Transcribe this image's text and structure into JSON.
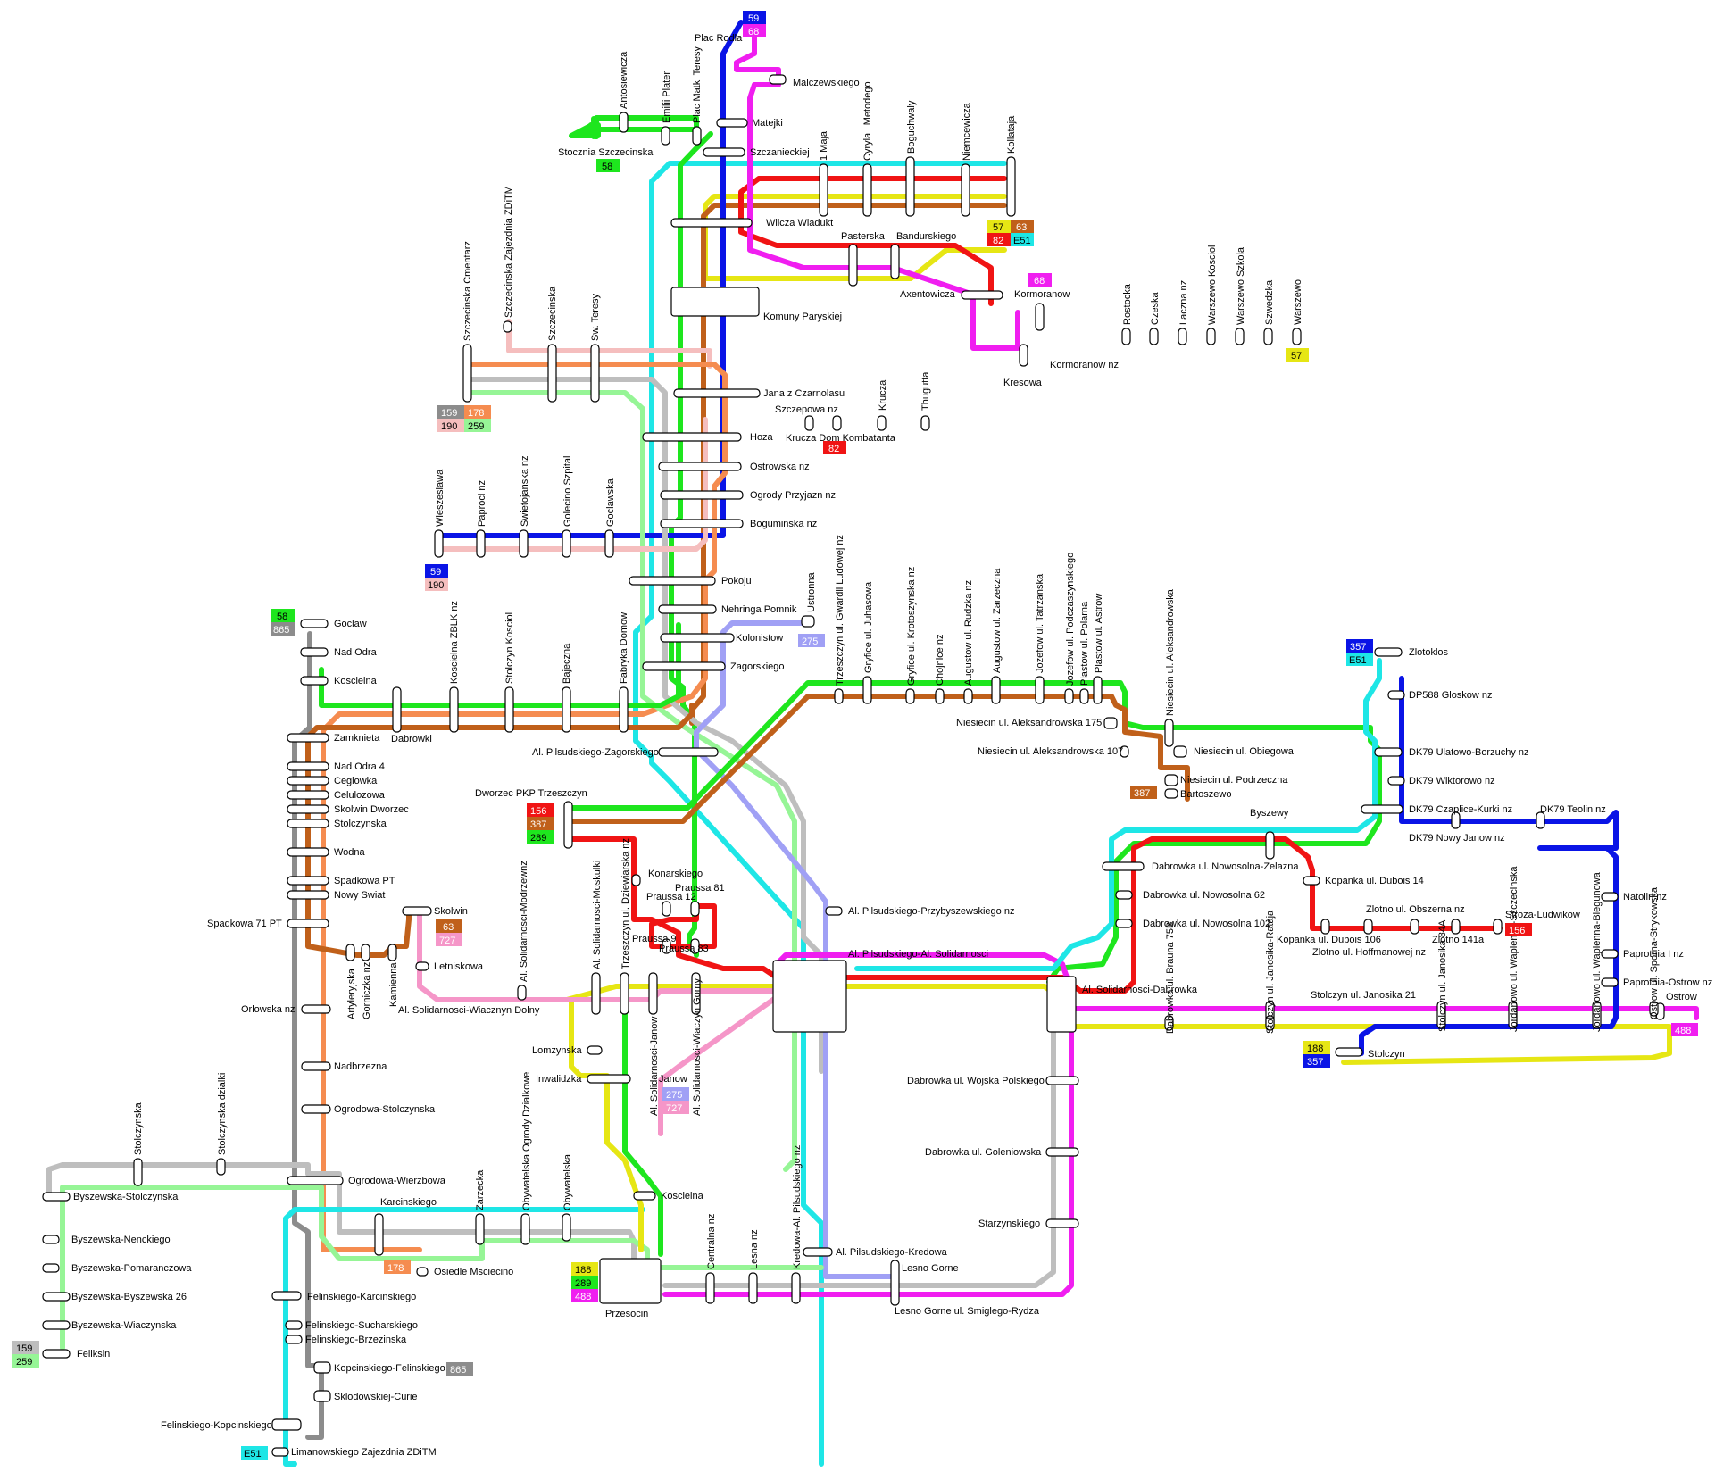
{
  "colors": {
    "r59": "#0a14e6",
    "r68": "#f01ef0",
    "r58": "#1ee61e",
    "r63": "#c0601a",
    "r82": "#f01414",
    "rE51": "#1ee6e6",
    "r57": "#e6e614",
    "r178": "#f58c50",
    "r159": "#bebebe",
    "r190": "#f5bebe",
    "r259": "#96f596",
    "r275": "#a0a0f5",
    "r156": "#f01414",
    "r387": "#c0601a",
    "r289": "#1ee61e",
    "r727": "#f596c8",
    "r865": "#8c8c8c",
    "r357": "#0a14e6",
    "r188": "#e6e614",
    "r488": "#f01ef0"
  },
  "stops": {
    "plac_rodla": "Plac Rodla",
    "malczewskiego": "Malczewskiego",
    "matejki": "Matejki",
    "szczanieckiej": "Szczanieckiej",
    "antosiewicza": "Antosiewicza",
    "emilii_plater": "Emilii Plater",
    "plac_matki_teresy": "Plac Matki Teresy",
    "stocznia": "Stocznia Szczecinska",
    "maja1": "1 Maja",
    "cyryla": "Cyryla i Metodego",
    "boguchwaly": "Boguchwaly",
    "niemcewicza": "Niemcewicza",
    "kollataja": "Kollataja",
    "wilcza_wiadukt": "Wilcza Wiadukt",
    "pasterska": "Pasterska",
    "bandurskiego": "Bandurskiego",
    "axentowicza": "Axentowicza",
    "kormoranow": "Kormoranow",
    "kormoranow_nz": "Kormoranow nz",
    "kresowa": "Kresowa",
    "rostocka": "Rostocka",
    "czeska": "Czeska",
    "laczna_nz": "Laczna nz",
    "warszewo_kosciol": "Warszewo Kosciol",
    "warszewo_szkola": "Warszewo Szkola",
    "szwedzka": "Szwedzka",
    "warszewo": "Warszewo",
    "komuny_paryskiej": "Komuny Paryskiej",
    "jana_z_czarnolasu": "Jana z Czarnolasu",
    "szczepowa_nz": "Szczepowa nz",
    "krucza": "Krucza",
    "krucza_dom": "Krucza Dom Kombatanta",
    "thugutta": "Thugutta",
    "hoza": "Hoza",
    "ostrowska_nz": "Ostrowska nz",
    "ogrody_przyjazn": "Ogrody Przyjazn nz",
    "boguminska_nz": "Boguminska nz",
    "szczecinska_cmentarz": "Szczecinska Cmentarz",
    "szczecinska_zajezdnia": "Szczecinska Zajezdnia ZDiTM",
    "szczecinska": "Szczecinska",
    "sw_teresy": "Sw. Teresy",
    "wieszeslawa": "Wieszeslawa",
    "paproci_nz": "Paproci nz",
    "swietojanska_nz": "Swietojanska nz",
    "golecino_szpital": "Golecino Szpital",
    "goclawska": "Goclawska",
    "pokoju": "Pokoju",
    "nehringa": "Nehringa Pomnik",
    "kolonistow": "Kolonistow",
    "ustronna": "Ustronna",
    "zagorskiego": "Zagorskiego",
    "goclaw": "Goclaw",
    "nad_odra": "Nad Odra",
    "koscielna": "Koscielna",
    "koscielna_zblk": "Koscielna ZBLK nz",
    "stolczyn_kosciol": "Stolczyn Kosciol",
    "bajeczna": "Bajeczna",
    "fabryka_domow": "Fabryka Domow",
    "zamknieta": "Zamknieta",
    "dabrowki": "Dabrowki",
    "nad_odra4": "Nad Odra 4",
    "ceglowka": "Ceglowka",
    "celulozowa": "Celulozowa",
    "skolwin_dworzec": "Skolwin Dworzec",
    "stolczynska": "Stolczynska",
    "wodna": "Wodna",
    "spadkowa_pt": "Spadkowa PT",
    "nowy_swiat": "Nowy Swiat",
    "spadkowa71": "Spadkowa 71 PT",
    "orlowska_nz": "Orlowska nz",
    "nadbrzezna": "Nadbrzezna",
    "ogrodowa_stolczynska": "Ogrodowa-Stolczynska",
    "ogrodowa_wierzbowa": "Ogrodowa-Wierzbowa",
    "karcinskiego": "Karcinskiego",
    "osiedle_msciecino": "Osiedle Msciecino",
    "zarzecka": "Zarzecka",
    "obywatelska_ogrody": "Obywatelska Ogrody Dzialkowe",
    "obywatelska": "Obywatelska",
    "koscielna2": "Koscielna",
    "przesocin": "Przesocin",
    "stolczynska2": "Stolczynska",
    "stolczynska_dzialki": "Stolczynska dzialki",
    "byszewska_stolczynska": "Byszewska-Stolczynska",
    "byszewska_nenckiego": "Byszewska-Nenckiego",
    "byszewska_pomaranczowa": "Byszewska-Pomaranczowa",
    "byszewska_26": "Byszewska-Byszewska 26",
    "byszewska_wiaczynska": "Byszewska-Wiaczynska",
    "feliksin": "Feliksin",
    "felinskiego_karcinskiego": "Felinskiego-Karcinskiego",
    "felinskiego_sucharskiego": "Felinskiego-Sucharskiego",
    "felinskiego_brzezinska": "Felinskiego-Brzezinska",
    "kopcinskiego_felinskiego": "Kopcinskiego-Felinskiego",
    "sklodowskiej": "Sklodowskiej-Curie",
    "felinskiego_kopcinskiego": "Felinskiego-Kopcinskiego",
    "limanowskiego": "Limanowskiego Zajezdnia ZDiTM",
    "artyleryjska": "Artyleryjska",
    "gorniczka_nz": "Gorniczka nz",
    "kamienna": "Kamienna",
    "skolwin": "Skolwin",
    "letniskowa": "Letniskowa",
    "al_sol_wiacznyn": "Al. Solidarnosci-Wiacznyn Dolny",
    "al_sol_modrzewnz": "Al. Solidarnosci-Modrzewnz",
    "al_pils_zagorskiego": "Al. Pilsudskiego-Zagorskiego",
    "dworzec_trzeszczyn": "Dworzec PKP Trzeszczyn",
    "trzeszczyn_gwardii": "Trzeszczyn ul. Gwardii Ludowej nz",
    "gryfice_juhasowa": "Gryfice ul. Juhasowa",
    "gryfice_krotoszynska": "Gryfice ul. Krotoszynska nz",
    "chojnice_nz": "Chojnice nz",
    "augustow_rudzka": "Augustow ul. Rudzka nz",
    "augustow_zarzeczna": "Augustow ul. Zarzeczna",
    "jozefow_tatrzanska": "Jozefow ul. Tatrzanska",
    "jozefow_podczaszynskiego": "Jozefow ul. Podczaszynskiego",
    "plastow_polarna": "Plastow ul. Polarna",
    "plastow_astrow": "Plastow ul. Astrow",
    "niesiecin_aleksandrowska": "Niesiecin ul. Aleksandrowska",
    "niesiecin_175": "Niesiecin ul. Aleksandrowska 175",
    "niesiecin_107": "Niesiecin ul. Aleksandrowska 107",
    "niesiecin_obiegowa": "Niesiecin ul. Obiegowa",
    "niesiecin_podrzeczna": "Niesiecin ul. Podrzeczna",
    "bartoszewo": "Bartoszewo",
    "zlotoklos": "Zlotoklos",
    "dp588": "DP588 Gloskow nz",
    "dk79_ulatowo": "DK79 Ulatowo-Borzuchy nz",
    "dk79_wiktorowo": "DK79 Wiktorowo nz",
    "dk79_czaplice": "DK79 Czaplice-Kurki nz",
    "dk79_teolin": "DK79 Teolin nz",
    "dk79_nowy_janow": "DK79 Nowy Janow nz",
    "byszewy": "Byszewy",
    "trzeszczyn_dziewiarska": "Trzeszczyn ul. Dziewiarska nz",
    "konarskiego": "Konarskiego",
    "praussa81": "Praussa 81",
    "praussa12": "Praussa 12",
    "praussa9": "Praussa 9",
    "praussa83": "Praussa 83",
    "al_sol_moskulki": "Al. Solidarnosci-Moskulki",
    "al_pils_przybyszewskiego": "Al. Pilsudskiego-Przybyszewskiego nz",
    "al_pils_al_sol": "Al. Pilsudskiego-Al. Solidarnosci",
    "dabrowka_nowosolna_zelazna": "Dabrowka ul. Nowosolna-Zelazna",
    "dabrowka_nowosolna62": "Dabrowka ul. Nowosolna 62",
    "dabrowka_nowosolna102": "Dabrowka ul. Nowosolna 102",
    "kopanka_dubois14": "Kopanka ul. Dubois 14",
    "kopanka_dubois106": "Kopanka ul. Dubois 106",
    "zlotno_obszerna": "Zlotno ul. Obszerna nz",
    "zlotno_hoffmanowej": "Zlotno ul. Hoffmanowej nz",
    "zlotno141a": "Zlotno 141a",
    "stroza_ludwikow": "Stroza-Ludwikow",
    "natolin_nz": "Natolin nz",
    "paprotnia_nz": "Paprotnia I nz",
    "paprotnia_ostrow": "Paprotnia-Ostrow nz",
    "stolczyn_janosika21": "Stolczyn ul. Janosika 21",
    "ostrow": "Ostrow",
    "al_sol_dabrowka": "Al. Solidarnosci-Dabrowka",
    "stolczyn": "Stolczyn",
    "dabrowka_brauna": "Dabrowka ul. Brauna 75B",
    "stolczyn_janosika_rataja": "Stolczyn ul. Janosika-Rataja",
    "stolczyn_janosika84a": "Stolczyn ul. Janosika 84A",
    "jordanowo_wapienna_szczecinska": "Jordanowo ul. Wapienna-Szczecinska",
    "jordanowo_wapienna_biegunowa": "Jordanowo ul. Wapienna-Biegunowa",
    "ostrow_sporna": "Ostrow ul. Sporna-Strykowska",
    "dabrowka_wojska": "Dabrowka ul. Wojska Polskiego",
    "dabrowka_goleniowska": "Dabrowka ul. Goleniowska",
    "starzynskiego": "Starzynskiego",
    "lomzynska": "Lomzynska",
    "inwalidzka": "Inwalidzka",
    "al_sol_janow": "Al. Solidarnosci-Janow",
    "janow": "Janow",
    "al_sol_wiaczyn_gorny": "Al. Solidarnosci-Wiaczyn Gorny",
    "centralna_nz": "Centralna nz",
    "lesna_nz": "Lesna nz",
    "kredowa_pils": "Kredowa-Al. Pilsudskiego nz",
    "al_pils_kredowa": "Al. Pilsudskiego-Kredowa",
    "lesno_gorne": "Lesno Gorne",
    "lesno_gorne_smiglego": "Lesno Gorne ul. Smiglego-Rydza"
  },
  "badges": {
    "b59": "59",
    "b68": "68",
    "b58": "58",
    "b57": "57",
    "b63": "63",
    "b82": "82",
    "bE51": "E51",
    "b159": "159",
    "b178": "178",
    "b190": "190",
    "b259": "259",
    "b275": "275",
    "b865": "865",
    "b387": "387",
    "b156": "156",
    "b289": "289",
    "b727": "727",
    "b357": "357",
    "b188": "188",
    "b488": "488"
  }
}
